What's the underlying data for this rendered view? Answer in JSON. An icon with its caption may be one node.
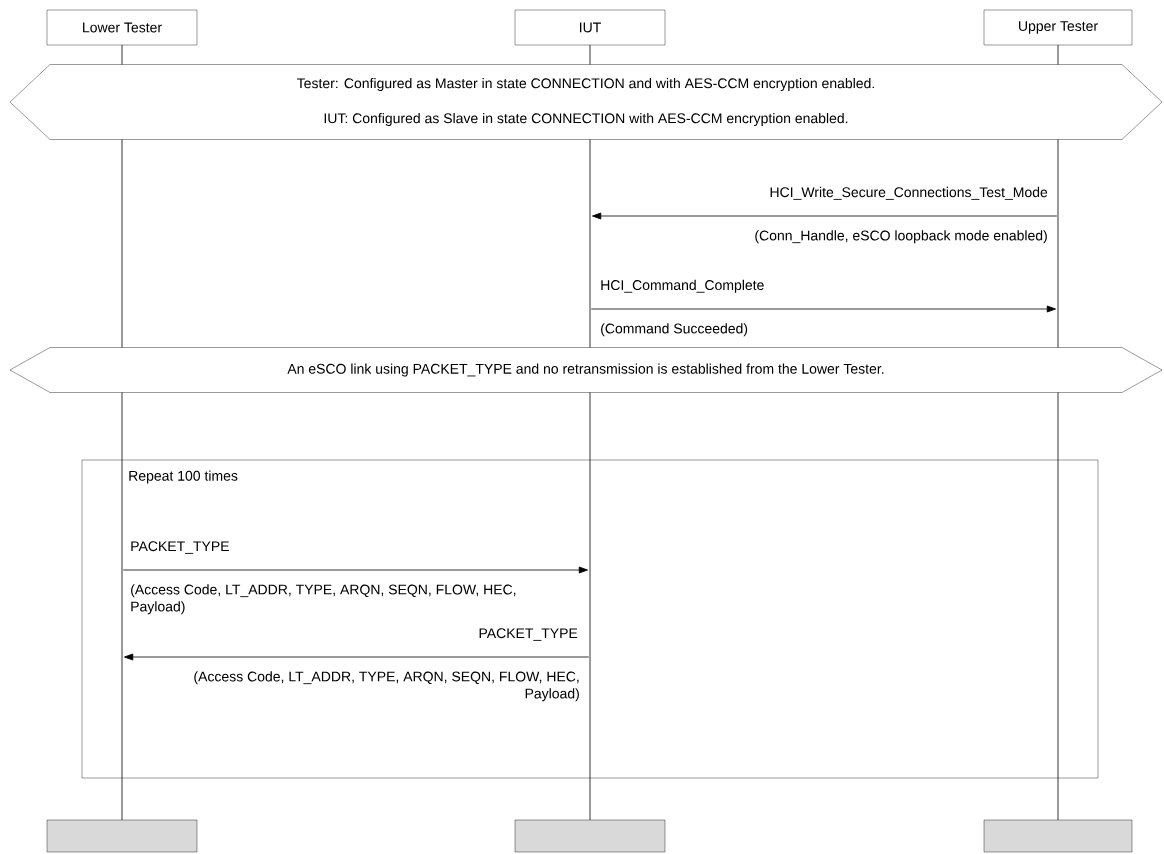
{
  "diagram": {
    "nodes": [
      {
        "text": [
          "Lower Tester"
        ]
      },
      {
        "text": [
          "IUT"
        ]
      },
      {
        "text": [
          "Upper Tester"
        ]
      },
      {
        "text": [],
        "shape": "line"
      },
      {
        "text": [],
        "shape": "line"
      },
      {
        "text": [],
        "shape": "line"
      },
      {
        "text": [
          "Tester: Configured as Master in state CONNECTION and with AES-CCM encryption enabled.",
          "IUT: Configured as Slave in state CONNECTION with AES-CCM encryption enabled."
        ]
      },
      {
        "text": [
          "An eSCO link using PACKET_TYPE and no retransmission is established from the Lower Tester."
        ]
      },
      {
        "text": [],
        "shape": "box"
      },
      {
        "text": [],
        "shape": "box"
      },
      {
        "text": [],
        "shape": "box"
      }
    ],
    "edges": [
      {
        "from": 5,
        "to": 4,
        "arrow": "to",
        "label": "HCI_Write_Secure_Connections_Test_Mode"
      },
      {
        "from": 4,
        "to": 5,
        "arrow": "to",
        "label": "HCI_Command_Complete"
      },
      {
        "from": 3,
        "to": 4,
        "arrow": "to",
        "label": "PACKET_TYPE"
      },
      {
        "from": 4,
        "to": 3,
        "arrow": "to",
        "label": "PACKET_TYPE"
      }
    ],
    "labels": [
      "(Conn_Handle, eSCO loopback mode enabled)",
      "(Command Succeeded)",
      "Repeat 100 times",
      "(Access Code, LT_ADDR, TYPE, ARQN, SEQN, FLOW, HEC, Payload)",
      "(Access Code, LT_ADDR, TYPE, ARQN, SEQN, FLOW, HEC, Payload)"
    ]
  }
}
